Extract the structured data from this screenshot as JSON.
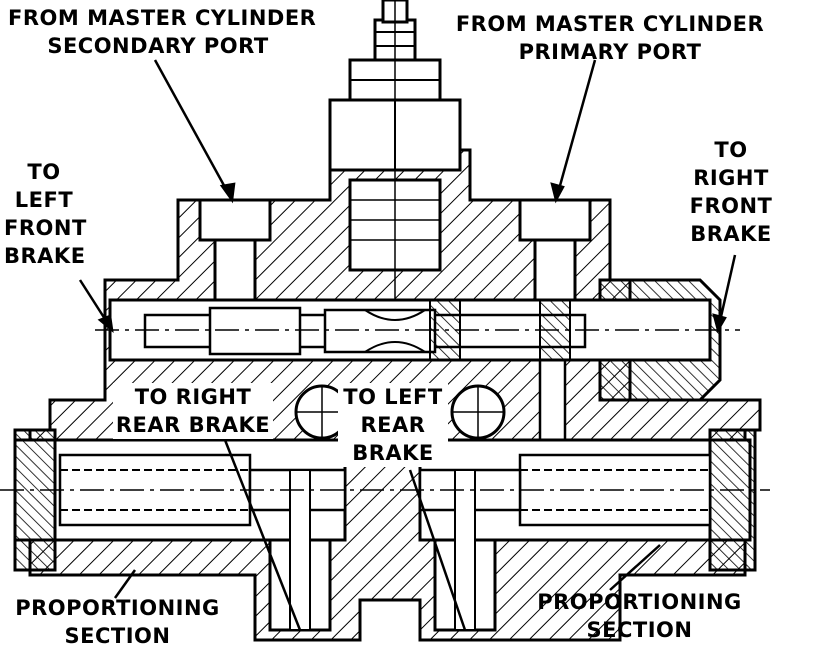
{
  "labels": {
    "secondary_port": [
      "FROM MASTER CYLINDER",
      "SECONDARY PORT"
    ],
    "primary_port": [
      "FROM MASTER CYLINDER",
      "PRIMARY PORT"
    ],
    "left_front": [
      "TO",
      "LEFT",
      "FRONT",
      "BRAKE"
    ],
    "right_front": [
      "TO",
      "RIGHT",
      "FRONT",
      "BRAKE"
    ],
    "right_rear": [
      "TO RIGHT",
      "REAR BRAKE"
    ],
    "left_rear": [
      "TO LEFT",
      "REAR",
      "BRAKE"
    ],
    "proportioning_left": [
      "PROPORTIONING",
      "SECTION"
    ],
    "proportioning_right": [
      "PROPORTIONING",
      "SECTION"
    ]
  }
}
